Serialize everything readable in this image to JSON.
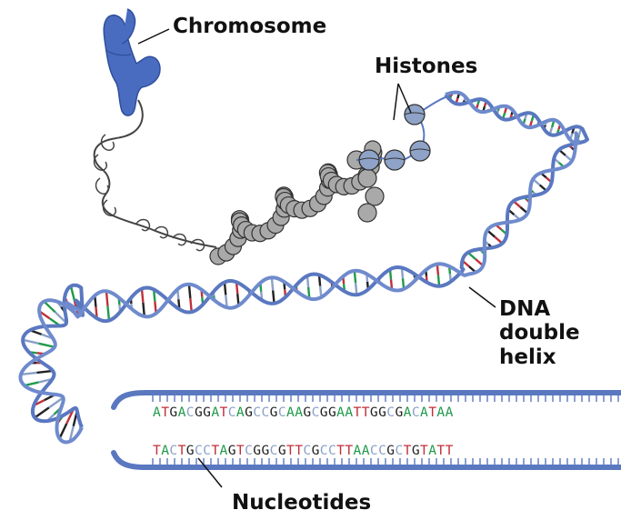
{
  "labels": {
    "chromosome": "Chromosome",
    "histones": "Histones",
    "dna_line1": "DNA",
    "dna_line2": "double",
    "dna_line3": "helix",
    "nucleotides": "Nucleotides"
  },
  "sequences": {
    "top": "ATGACGGATCAGCCGCAAGCGGAATTGGCGACATAA",
    "bottom": "TACTGCCTAGTCGGCGTTCGCCTTAACCGCTGTATT"
  },
  "colors": {
    "strand": "#5a78c0",
    "chromosome": "#4a6cc0",
    "histone": "#a9a9a9",
    "histone_blue": "#8fa3c8",
    "base_A": "#1f9a4a",
    "base_T": "#c0303a",
    "base_G": "#222222",
    "base_C": "#8aa0c8",
    "label": "#111111",
    "chromatin": "#444444"
  },
  "icons": {
    "chromosome": "chromosome-icon",
    "histone": "histone-bead-icon"
  }
}
